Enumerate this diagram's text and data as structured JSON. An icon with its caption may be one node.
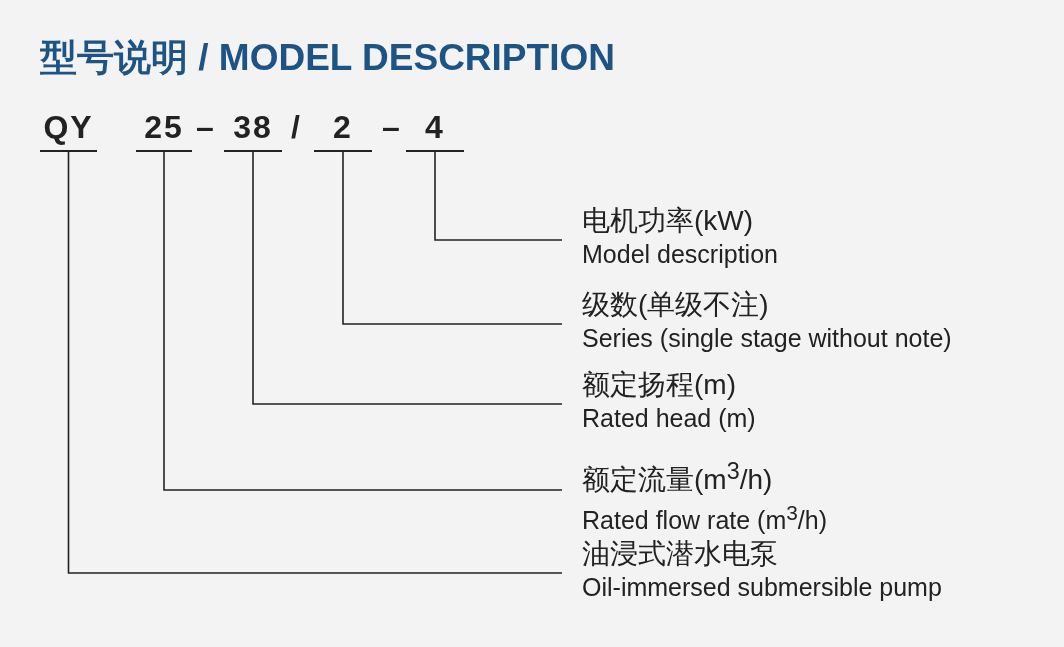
{
  "diagram": {
    "title": "型号说明 / MODEL DESCRIPTION",
    "nodes": [
      {
        "text": [
          "QY"
        ]
      },
      {
        "text": [
          "25"
        ]
      },
      {
        "text": [
          "38"
        ]
      },
      {
        "text": [
          "2"
        ]
      },
      {
        "text": [
          "4"
        ]
      },
      {
        "text": [
          "电机功率(kW)",
          "Model description"
        ]
      },
      {
        "text": [
          "级数(单级不注)",
          "Series (single stage without note)"
        ]
      },
      {
        "text": [
          "额定扬程(m)",
          "Rated head (m)"
        ]
      },
      {
        "text": [
          "额定流量(m$^{3}$/h)",
          "Rated flow rate (m$^{3}$/h)"
        ]
      },
      {
        "text": [
          "油浸式潜水电泵",
          "Oil-immersed submersible pump"
        ]
      }
    ],
    "edges": [
      {
        "from": 4,
        "to": 5,
        "arrow": "none"
      },
      {
        "from": 3,
        "to": 6,
        "arrow": "none"
      },
      {
        "from": 2,
        "to": 7,
        "arrow": "none"
      },
      {
        "from": 1,
        "to": 8,
        "arrow": "none"
      },
      {
        "from": 0,
        "to": 9,
        "arrow": "none"
      }
    ],
    "labels": [
      "–",
      "/",
      "–"
    ]
  }
}
